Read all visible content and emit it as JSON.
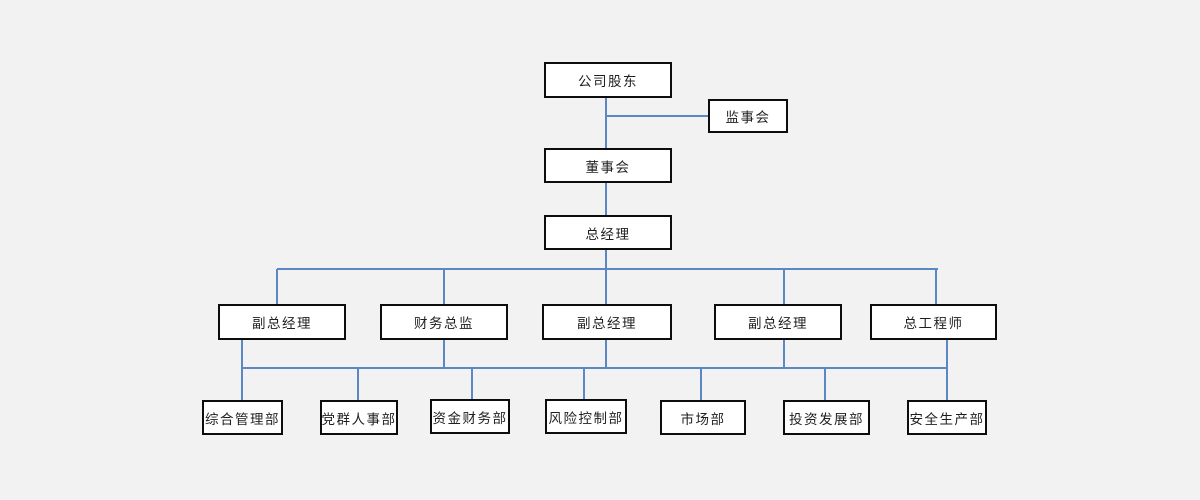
{
  "diagram": {
    "type": "org-chart",
    "title": "",
    "nodes": [
      {
        "id": "shareholders",
        "label": "公司股东",
        "level": 1
      },
      {
        "id": "supervisory-board",
        "label": "监事会",
        "level": 1
      },
      {
        "id": "board",
        "label": "董事会",
        "level": 2
      },
      {
        "id": "general-manager",
        "label": "总经理",
        "level": 3
      },
      {
        "id": "deputy-gm-1",
        "label": "副总经理",
        "level": 4
      },
      {
        "id": "finance-director",
        "label": "财务总监",
        "level": 4
      },
      {
        "id": "deputy-gm-2",
        "label": "副总经理",
        "level": 4
      },
      {
        "id": "deputy-gm-3",
        "label": "副总经理",
        "level": 4
      },
      {
        "id": "chief-engineer",
        "label": "总工程师",
        "level": 4
      },
      {
        "id": "dept-general-admin",
        "label": "综合管理部",
        "level": 5
      },
      {
        "id": "dept-party-hr",
        "label": "党群人事部",
        "level": 5
      },
      {
        "id": "dept-finance",
        "label": "资金财务部",
        "level": 5
      },
      {
        "id": "dept-risk-control",
        "label": "风险控制部",
        "level": 5
      },
      {
        "id": "dept-market",
        "label": "市场部",
        "level": 5
      },
      {
        "id": "dept-investment",
        "label": "投资发展部",
        "level": 5
      },
      {
        "id": "dept-safety",
        "label": "安全生产部",
        "level": 5
      }
    ],
    "edges": [
      {
        "from": "shareholders",
        "to": "supervisory-board"
      },
      {
        "from": "shareholders",
        "to": "board"
      },
      {
        "from": "board",
        "to": "general-manager"
      },
      {
        "from": "general-manager",
        "to": "deputy-gm-1"
      },
      {
        "from": "general-manager",
        "to": "finance-director"
      },
      {
        "from": "general-manager",
        "to": "deputy-gm-2"
      },
      {
        "from": "general-manager",
        "to": "deputy-gm-3"
      },
      {
        "from": "general-manager",
        "to": "chief-engineer"
      },
      {
        "from": "level-4-group",
        "to": "dept-general-admin"
      },
      {
        "from": "level-4-group",
        "to": "dept-party-hr"
      },
      {
        "from": "level-4-group",
        "to": "dept-finance"
      },
      {
        "from": "level-4-group",
        "to": "dept-risk-control"
      },
      {
        "from": "level-4-group",
        "to": "dept-market"
      },
      {
        "from": "level-4-group",
        "to": "dept-investment"
      },
      {
        "from": "level-4-group",
        "to": "dept-safety"
      }
    ],
    "colors": {
      "background": "#f2f2f3",
      "connector_line": "#5b87c5",
      "box_border": "#0d0d0d",
      "box_fill": "#ffffff",
      "text": "#1f1f1f"
    }
  }
}
